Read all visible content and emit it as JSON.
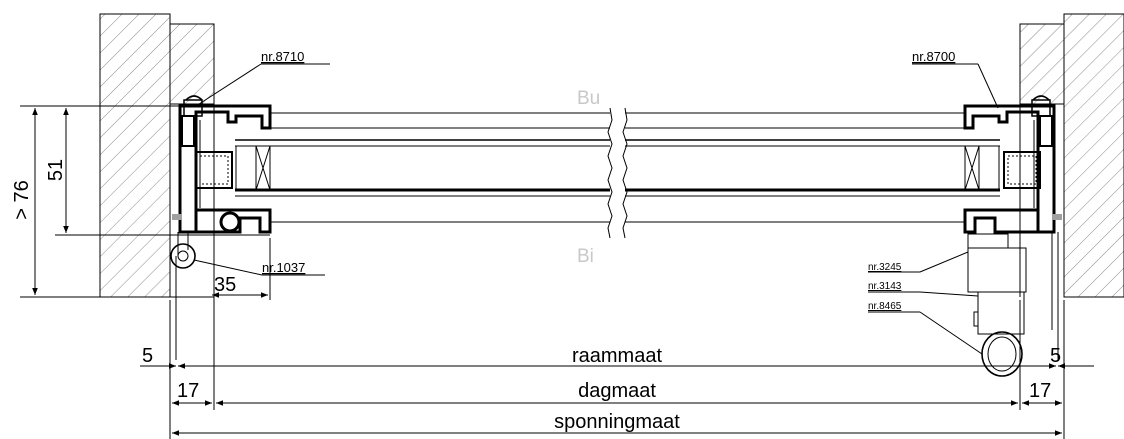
{
  "labels": {
    "outside": "Bu",
    "inside": "Bi",
    "part_left_top": "nr.8710",
    "part_right_top": "nr.8700",
    "part_hinge": "nr.1037",
    "part_handle_1": "nr.3245",
    "part_handle_2": "nr.3143",
    "part_handle_3": "nr.8465"
  },
  "dimensions": {
    "height_total": "> 76",
    "height_frame": "51",
    "hinge_offset": "35",
    "gap_left": "5",
    "gap_right": "5",
    "rebate_left": "17",
    "rebate_right": "17",
    "frame_size": "raammaat",
    "clear_size": "dagmaat",
    "rebate_size": "sponningmaat"
  },
  "colors": {
    "line": "#000000",
    "hatch": "#8c8c8c",
    "side_label": "#c8c8c8",
    "gasket": "#a0a0a0"
  }
}
